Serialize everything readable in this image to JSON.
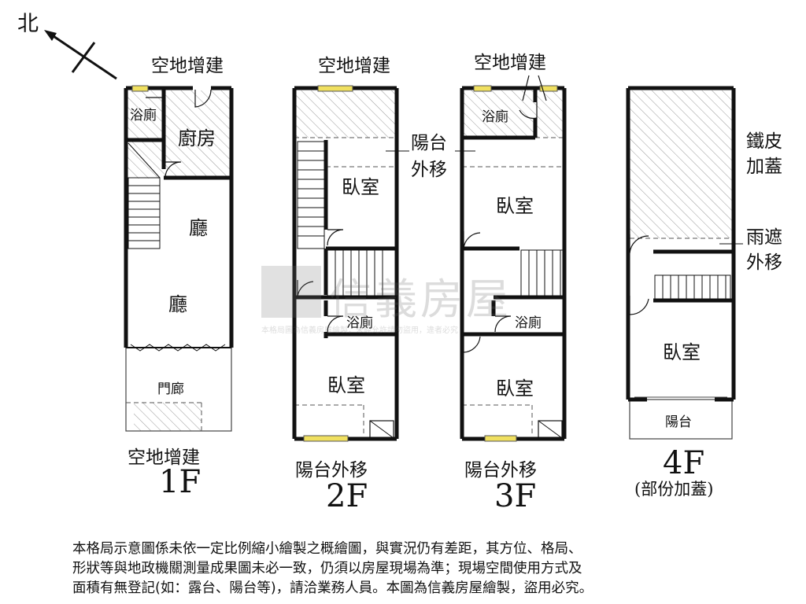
{
  "compass": {
    "label": "北"
  },
  "floors": {
    "f1": {
      "name": "1F",
      "rooms": {
        "bath": "浴廁",
        "kitchen": "廚房",
        "hall_upper": "廳",
        "hall_lower": "廳",
        "porch": "門廊"
      },
      "annotations": {
        "top": "空地增建",
        "bottom": "空地增建"
      }
    },
    "f2": {
      "name": "2F",
      "rooms": {
        "bedroom_front": "臥室",
        "bath": "浴廁",
        "bedroom_back": "臥室"
      },
      "annotations": {
        "top": "空地增建",
        "balcony_line1": "陽台",
        "balcony_line2": "外移",
        "bottom": "陽台外移"
      }
    },
    "f3": {
      "name": "3F",
      "rooms": {
        "bath_top": "浴廁",
        "bedroom_front": "臥室",
        "bath": "浴廁",
        "bedroom_back": "臥室"
      },
      "annotations": {
        "top": "空地增建",
        "bottom": "陽台外移"
      }
    },
    "f4": {
      "name": "4F",
      "subtitle": "(部份加蓋)",
      "rooms": {
        "bedroom": "臥室",
        "balcony": "陽台"
      },
      "annotations": {
        "iron_line1": "鐵皮",
        "iron_line2": "加蓋",
        "canopy_line1": "雨遮",
        "canopy_line2": "外移"
      }
    }
  },
  "watermark": {
    "brand": "信義房屋",
    "notice": "本格局圖為信義房屋繪製，未經允許請勿盜用，違者必究"
  },
  "disclaimer": [
    "本格局示意圖係未依一定比例縮小繪製之概繪圖，與實況仍有差距，其方位、格局、",
    "形狀等與地政機關測量成果圖未必一致，仍須以房屋現場為準；現場空間使用方式及",
    "面積有無登記(如：露台、陽台等)，請洽業務人員。本圖為信義房屋繪製，盜用必究。"
  ],
  "colors": {
    "wall": "#111111",
    "window": "#f0e060",
    "hatch": "#9a9a9a"
  }
}
